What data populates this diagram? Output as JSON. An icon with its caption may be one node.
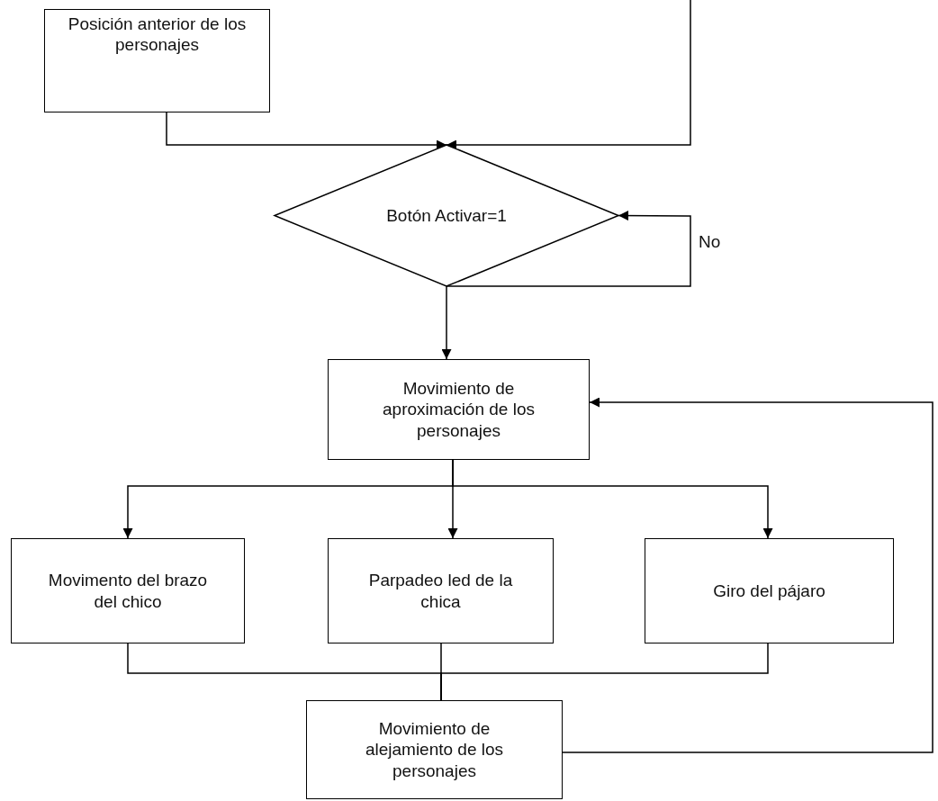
{
  "diagram": {
    "nodes": [
      {
        "text": [
          "Posición anterior de los personajes"
        ]
      },
      {
        "text": [
          "Botón Activar=1"
        ]
      },
      {
        "text": [
          "Movimiento de aproximación de los personajes"
        ]
      },
      {
        "text": [
          "Movimento del brazo del chico"
        ]
      },
      {
        "text": [
          "Parpadeo led de la chica"
        ]
      },
      {
        "text": [
          "Giro del pájaro"
        ]
      },
      {
        "text": [
          "Movimiento de alejamiento de los personajes"
        ]
      }
    ],
    "edges": [
      {
        "from": 0,
        "to": 1,
        "arrow": "to"
      },
      {
        "from": null,
        "to": 1,
        "arrow": "to"
      },
      {
        "from": 1,
        "to": 1,
        "arrow": "to",
        "label": "No"
      },
      {
        "from": 1,
        "to": 2,
        "arrow": "to"
      },
      {
        "from": 2,
        "to": 3,
        "arrow": "to"
      },
      {
        "from": 2,
        "to": 4,
        "arrow": "to"
      },
      {
        "from": 2,
        "to": 5,
        "arrow": "to"
      },
      {
        "from": 3,
        "to": 6,
        "arrow": "none"
      },
      {
        "from": 4,
        "to": 6,
        "arrow": "none"
      },
      {
        "from": 5,
        "to": 6,
        "arrow": "none"
      },
      {
        "from": 6,
        "to": 2,
        "arrow": "to"
      }
    ]
  }
}
